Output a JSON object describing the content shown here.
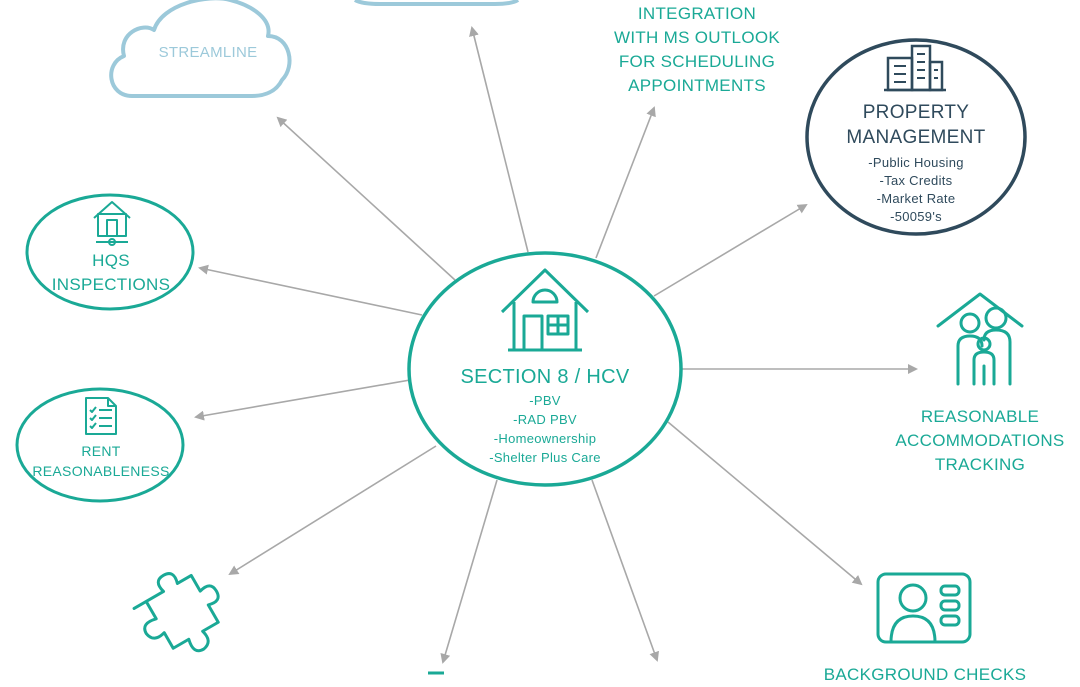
{
  "colors": {
    "teal": "#1aa996",
    "navy": "#2f4a5c",
    "cloud": "#9cc9da",
    "arrow": "#a8a8a8"
  },
  "center": {
    "title": "SECTION 8 / HCV",
    "items": [
      "-PBV",
      "-RAD PBV",
      "-Homeownership",
      "-Shelter Plus Care"
    ]
  },
  "nodes": {
    "streamline": {
      "label": "STREAMLINE"
    },
    "integration": {
      "lines": [
        "INTEGRATION",
        "WITH MS OUTLOOK",
        "FOR SCHEDULING",
        "APPOINTMENTS"
      ]
    },
    "property": {
      "lines": [
        "PROPERTY",
        "MANAGEMENT"
      ],
      "items": [
        "-Public Housing",
        "-Tax Credits",
        "-Market Rate",
        "-50059's"
      ]
    },
    "hqs": {
      "lines": [
        "HQS",
        "INSPECTIONS"
      ]
    },
    "rent": {
      "lines": [
        "RENT",
        "REASONABLENESS"
      ]
    },
    "accommodations": {
      "lines": [
        "REASONABLE",
        "ACCOMMODATIONS",
        "TRACKING"
      ]
    },
    "background": {
      "label": "BACKGROUND CHECKS"
    }
  },
  "icons": {
    "center": "house-icon",
    "property": "building-icon",
    "hqs": "house-inspection-icon",
    "rent": "checklist-icon",
    "accommodations": "family-home-icon",
    "background": "id-card-icon",
    "puzzle": "puzzle-piece-icon"
  }
}
